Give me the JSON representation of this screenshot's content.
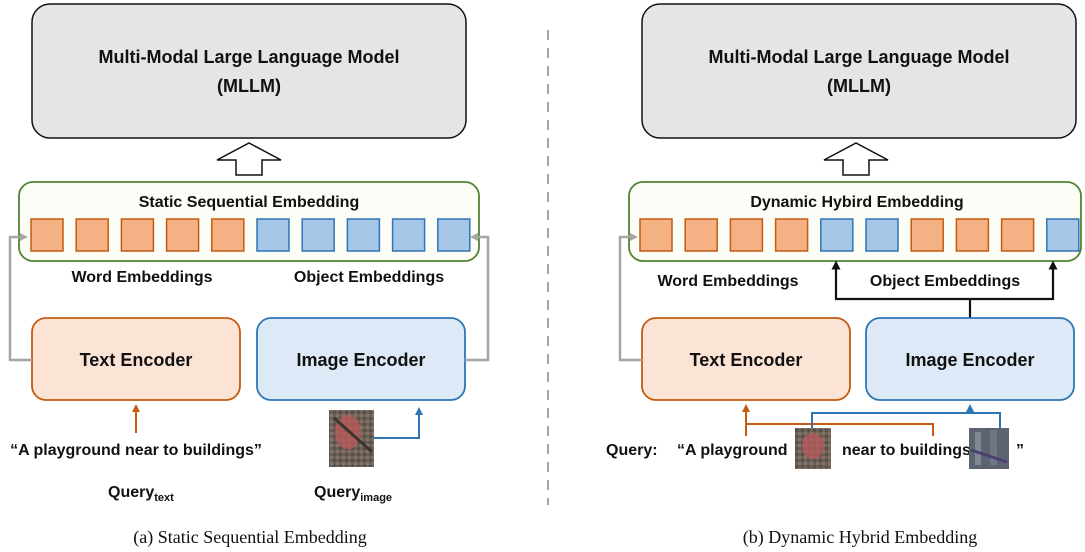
{
  "colors": {
    "mllm_fill": "#e5e5e5",
    "orange_token": "#f4b183",
    "orange_border": "#c55a11",
    "blue_token": "#a6c6e8",
    "blue_border": "#2e75b6",
    "embed_border": "#548235",
    "embed_fill": "#fbfdf6",
    "text_enc_fill": "#fbe4d5",
    "image_enc_fill": "#dde9f6",
    "grey_line": "#a6a6a6"
  },
  "left": {
    "mllm_line1": "Multi-Modal Large Language Model",
    "mllm_line2": "(MLLM)",
    "embed_title": "Static Sequential Embedding",
    "tokens": [
      "word",
      "word",
      "word",
      "word",
      "word",
      "object",
      "object",
      "object",
      "object",
      "object"
    ],
    "word_label": "Word Embeddings",
    "object_label": "Object Embeddings",
    "text_encoder": "Text Encoder",
    "image_encoder": "Image Encoder",
    "query_sentence": "“A playground near to buildings”",
    "query_text_base": "Query",
    "query_text_sub": "text",
    "query_image_base": "Query",
    "query_image_sub": "image",
    "caption": "(a) Static Sequential Embedding"
  },
  "right": {
    "mllm_line1": "Multi-Modal Large Language Model",
    "mllm_line2": "(MLLM)",
    "embed_title": "Dynamic Hybird Embedding",
    "tokens": [
      "word",
      "word",
      "word",
      "word",
      "object",
      "object",
      "word",
      "word",
      "word",
      "object"
    ],
    "word_label": "Word Embeddings",
    "object_label": "Object Embeddings",
    "text_encoder": "Text Encoder",
    "image_encoder": "Image Encoder",
    "query_label": "Query:",
    "query_part1": "“A playground",
    "query_part2": "near to buildings",
    "query_part3": "”",
    "caption": "(b) Dynamic Hybrid Embedding"
  }
}
